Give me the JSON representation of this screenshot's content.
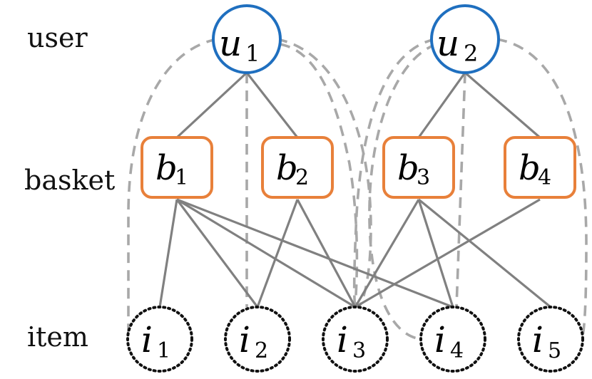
{
  "row_labels": {
    "user": "user",
    "basket": "basket",
    "item": "item"
  },
  "users": [
    {
      "id": "u1",
      "letter": "u",
      "sub": "1"
    },
    {
      "id": "u2",
      "letter": "u",
      "sub": "2"
    }
  ],
  "baskets": [
    {
      "id": "b1",
      "letter": "b",
      "sub": "1"
    },
    {
      "id": "b2",
      "letter": "b",
      "sub": "2"
    },
    {
      "id": "b3",
      "letter": "b",
      "sub": "3"
    },
    {
      "id": "b4",
      "letter": "b",
      "sub": "4"
    }
  ],
  "items": [
    {
      "id": "i1",
      "letter": "i",
      "sub": "1"
    },
    {
      "id": "i2",
      "letter": "i",
      "sub": "2"
    },
    {
      "id": "i3",
      "letter": "i",
      "sub": "3"
    },
    {
      "id": "i4",
      "letter": "i",
      "sub": "4"
    },
    {
      "id": "i5",
      "letter": "i",
      "sub": "5"
    }
  ],
  "user_basket_edges": [
    [
      "u1",
      "b1"
    ],
    [
      "u1",
      "b2"
    ],
    [
      "u2",
      "b3"
    ],
    [
      "u2",
      "b4"
    ]
  ],
  "basket_item_edges": [
    [
      "b1",
      "i1"
    ],
    [
      "b1",
      "i3"
    ],
    [
      "b1",
      "i4"
    ],
    [
      "b1",
      "i2"
    ],
    [
      "b2",
      "i2"
    ],
    [
      "b2",
      "i3"
    ],
    [
      "b3",
      "i3"
    ],
    [
      "b3",
      "i4"
    ],
    [
      "b3",
      "i5"
    ],
    [
      "b4",
      "i3"
    ]
  ],
  "user_item_dashed_edges": [
    [
      "u1",
      "i1"
    ],
    [
      "u1",
      "i2"
    ],
    [
      "u1",
      "i3"
    ],
    [
      "u2",
      "i3"
    ],
    [
      "u2",
      "i4"
    ],
    [
      "u2",
      "i5"
    ]
  ],
  "colors": {
    "user_stroke": "#1f6fbf",
    "basket_stroke": "#e8803a",
    "item_stroke": "#111111",
    "solid_edge": "#808080",
    "dashed_edge": "#a8a8a8"
  }
}
